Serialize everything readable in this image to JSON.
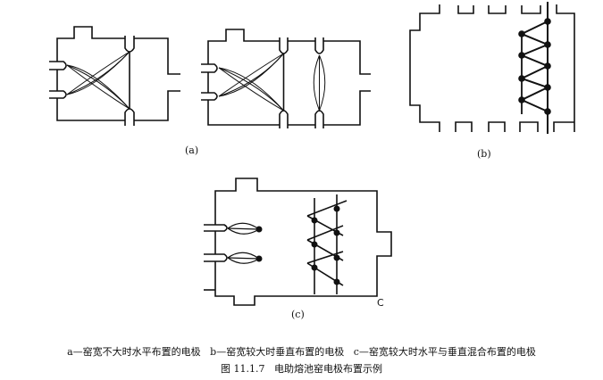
{
  "panels": {
    "a": {
      "label": "(a)"
    },
    "b": {
      "label": "(b)"
    },
    "c": {
      "label": "(c)",
      "corner_mark": "C"
    }
  },
  "caption": {
    "legend": "a—窑宽不大时水平布置的电极   b—窑宽较大时垂直布置的电极   c—窑宽较大时水平与垂直混合布置的电极",
    "title": "图 11.1.7   电助熔池窑电极布置示例"
  }
}
